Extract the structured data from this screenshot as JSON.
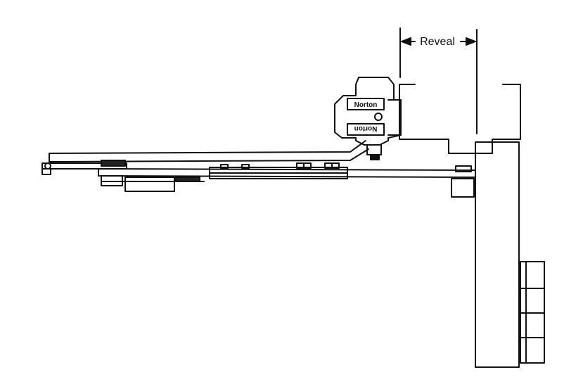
{
  "diagram": {
    "dimension_label": "Reveal",
    "brand_label_top": "Norton",
    "brand_label_bottom": "Norton",
    "colors": {
      "line": "#111111",
      "fill": "#ffffff",
      "solid": "#222222"
    }
  }
}
